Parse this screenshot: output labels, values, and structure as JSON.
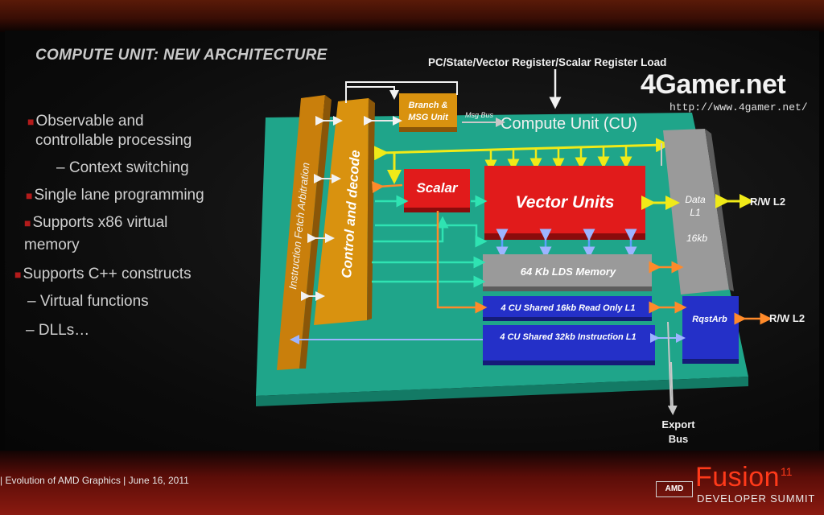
{
  "slide": {
    "title": "COMPUTE UNIT:  NEW ARCHITECTURE",
    "bullets": [
      {
        "text": "Observable and",
        "level": 1,
        "marker": true
      },
      {
        "text": "controllable processing",
        "level": 1,
        "marker": false
      },
      {
        "text": "– Context switching",
        "level": 2,
        "marker": false
      },
      {
        "text": "Single lane programming",
        "level": 1,
        "marker": true
      },
      {
        "text": "Supports x86 virtual",
        "level": 1,
        "marker": true
      },
      {
        "text": "memory",
        "level": 1,
        "marker": false
      },
      {
        "text": "Supports C++ constructs",
        "level": 1,
        "marker": true
      },
      {
        "text": "– Virtual functions",
        "level": 2,
        "marker": false
      },
      {
        "text": "– DLLs…",
        "level": 2,
        "marker": false
      }
    ]
  },
  "diagram": {
    "top_label": "PC/State/Vector Register/Scalar Register Load",
    "board_label": "Compute Unit (CU)",
    "blocks": {
      "instruction_fetch": "Instruction Fetch Arbitration",
      "control_decode": "Control and decode",
      "branch_msg_line1": "Branch &",
      "branch_msg_line2": "MSG Unit",
      "msg_bus": "Msg Bus",
      "scalar": "Scalar",
      "vector_units": "Vector Units",
      "lds_memory": "64 Kb LDS Memory",
      "read_only_l1": "4 CU Shared 16kb Read Only L1",
      "instruction_l1": "4 CU Shared 32kb Instruction  L1",
      "data_l1_line1": "Data",
      "data_l1_line2": "L1",
      "data_l1_size": "16kb",
      "rqst_arb": "RqstArb"
    },
    "external": {
      "rw_l2_top": "R/W L2",
      "rw_l2_bottom": "R/W L2",
      "export_line1": "Export",
      "export_line2": "Bus"
    },
    "colors": {
      "board": "#1fa58a",
      "orange_block": "#d9920f",
      "red_block": "#e11b1b",
      "gray_block": "#9a9a9a",
      "blue_block": "#2430c8",
      "yellow_arrow": "#f0ea18",
      "cyan_arrow": "#2fe3b2",
      "orange_arrow": "#ff8a2a"
    }
  },
  "watermark": {
    "main": "4Gamer.net",
    "url": "http://www.4gamer.net/"
  },
  "footer": {
    "text": "|  Evolution of AMD Graphics  |  June 16, 2011",
    "amd_logo": "AMD",
    "brand": "Fusion",
    "brand_superscript": "11",
    "subtitle": "DEVELOPER SUMMIT"
  }
}
